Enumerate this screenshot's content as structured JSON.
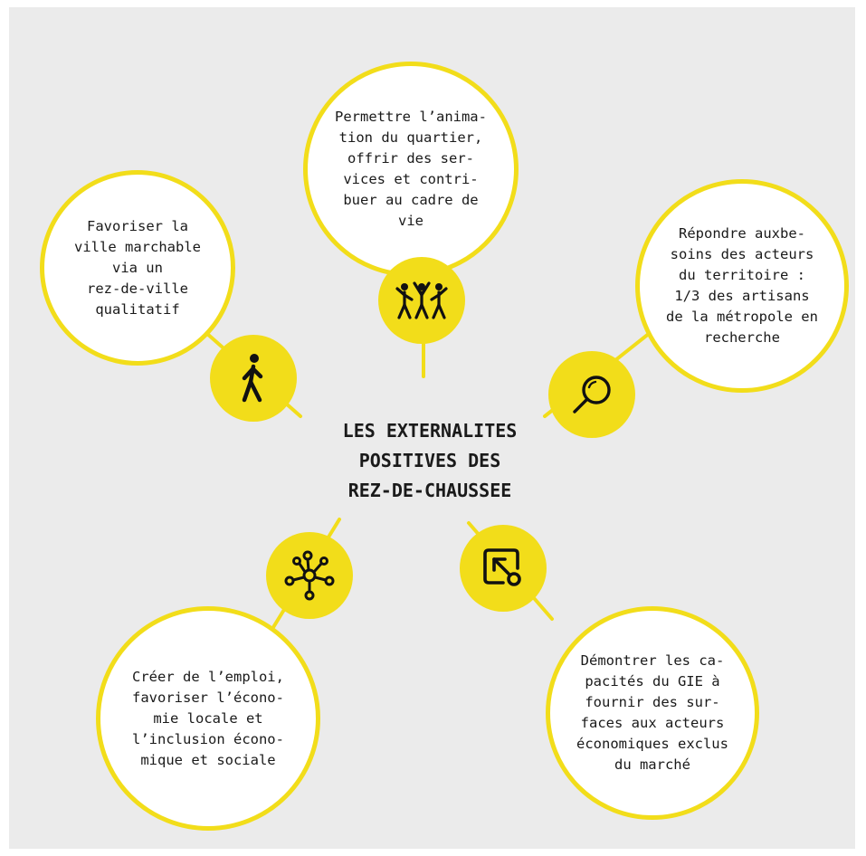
{
  "colors": {
    "accent": "#f2dd1a",
    "background": "#ebebeb",
    "bubble_fill": "#ffffff",
    "text": "#1a1a1a"
  },
  "center": {
    "title": "LES EXTERNALITES\nPOSITIVES DES\nREZ-DE-CHAUSSEE"
  },
  "nodes": [
    {
      "id": "animation",
      "icon": "dancing-people-icon",
      "text": "Permettre l’anima-\ntion du quartier,\noffrir des ser-\nvices et contri-\nbuer au cadre de\nvie"
    },
    {
      "id": "acteurs",
      "icon": "magnifier-icon",
      "text": "Répondre auxbe-\nsoins des acteurs\ndu territoire :\n1/3 des artisans\nde la métropole en\nrecherche"
    },
    {
      "id": "gie",
      "icon": "exit-arrow-icon",
      "text": "Démontrer les ca-\npacités du GIE à\nfournir des sur-\nfaces aux acteurs\néconomiques exclus\ndu marché"
    },
    {
      "id": "emploi",
      "icon": "network-icon",
      "text": "Créer de l’emploi,\nfavoriser l’écono-\nmie locale et\nl’inclusion écono-\nmique et sociale"
    },
    {
      "id": "marchable",
      "icon": "walking-person-icon",
      "text": "Favoriser la\nville marchable\nvia un\nrez-de-ville\nqualitatif"
    }
  ]
}
